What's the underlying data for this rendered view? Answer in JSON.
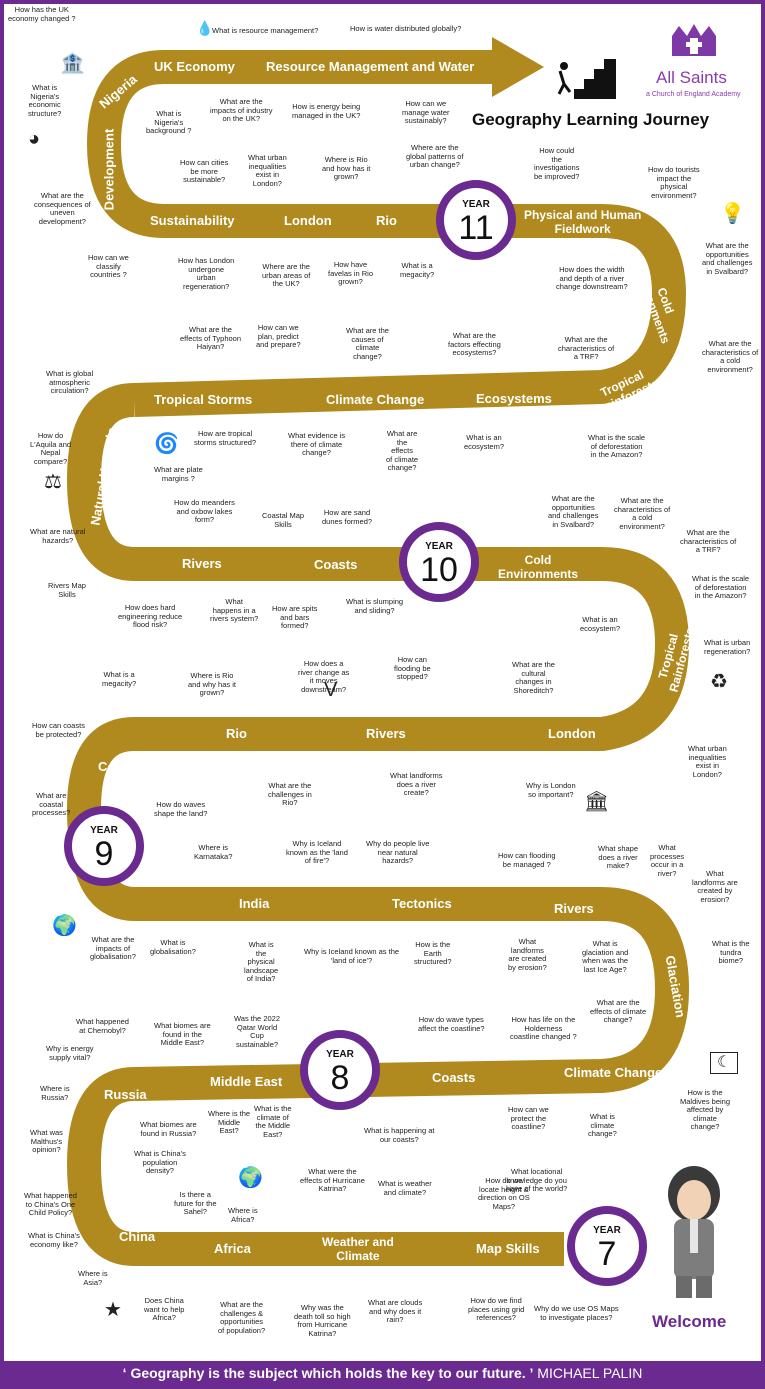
{
  "header": {
    "school": "All Saints",
    "school_sub": "a Church of England Academy",
    "title": "Geography Learning Journey"
  },
  "years": {
    "y11": "11",
    "y10": "10",
    "y9": "9",
    "y8": "8",
    "y7": "7",
    "word": "YEAR"
  },
  "welcome": "Welcome",
  "footer": {
    "quote": "‘ Geography is the subject which holds the key to our future. ’",
    "author": "MICHAEL PALIN"
  },
  "topics": {
    "uk_economy": "UK Economy",
    "resource_management": "Resource Management and Water",
    "nigeria": "Nigeria",
    "development": "Development",
    "sustainability": "Sustainability",
    "london11": "London",
    "rio11": "Rio",
    "fieldwork": "Physical and Human\nFieldwork",
    "cold_env11": "Cold\nEnvironments",
    "tropical11": "Tropical\nRainforests",
    "tropical_storms": "Tropical Storms",
    "climate_change10": "Climate Change",
    "ecosystems": "Ecosystems",
    "natural_hazards": "Natural Hazards",
    "rivers10": "Rivers",
    "coasts10": "Coasts",
    "cold_env10": "Cold\nEnvironments",
    "tropical10": "Tropical\nRainforests",
    "rio9": "Rio",
    "rivers9": "Rivers",
    "london9": "London",
    "coasts9": "Coasts",
    "india": "India",
    "tectonics": "Tectonics",
    "rivers8": "Rivers",
    "glaciation": "Glaciation",
    "russia": "Russia",
    "middle_east": "Middle East",
    "coasts8": "Coasts",
    "climate_change8": "Climate Change",
    "china": "China",
    "africa": "Africa",
    "weather": "Weather and\nClimate",
    "map_skills": "Map Skills"
  },
  "questions": [
    {
      "id": "q1",
      "text": "How has the UK\neconomy changed ?"
    },
    {
      "id": "q2",
      "text": "What is resource management?"
    },
    {
      "id": "q3",
      "text": "How is water distributed globally?"
    },
    {
      "id": "q4",
      "text": "What is\nNigeria's\neconomic\nstructure?"
    },
    {
      "id": "q5",
      "text": "What is\nNigeria's\nbackground ?"
    },
    {
      "id": "q6",
      "text": "What are the\nimpacts of industry\non the UK?"
    },
    {
      "id": "q7",
      "text": "How is energy being\nmanaged in the UK?"
    },
    {
      "id": "q8",
      "text": "How can we\nmanage water\nsustainably?"
    },
    {
      "id": "q9",
      "text": "How could\nthe\ninvestigations\nbe improved?"
    },
    {
      "id": "q10",
      "text": "How do tourists\nimpact the\nphysical\nenvironment?"
    },
    {
      "id": "q11",
      "text": "How can cities\nbe more\nsustainable?"
    },
    {
      "id": "q12",
      "text": "What urban\ninequalities\nexist in\nLondon?"
    },
    {
      "id": "q13",
      "text": "Where is Rio\nand how has it\ngrown?"
    },
    {
      "id": "q14",
      "text": "Where are the\nglobal patterns of\nurban change?"
    },
    {
      "id": "q15",
      "text": "What are the\nconsequences of\nuneven\ndevelopment?"
    },
    {
      "id": "q16",
      "text": "How can we\nclassify\ncountries ?"
    },
    {
      "id": "q17",
      "text": "How has London\nundergone\nurban\nregeneration?"
    },
    {
      "id": "q18",
      "text": "Where are the\nurban areas of\nthe UK?"
    },
    {
      "id": "q19",
      "text": "How have\nfavelas in Rio\ngrown?"
    },
    {
      "id": "q20",
      "text": "What is a\nmegacity?"
    },
    {
      "id": "q21",
      "text": "How does the width\nand depth of a river\nchange downstream?"
    },
    {
      "id": "q22",
      "text": "What are the\nopportunities\nand challenges\nin Svalbard?"
    },
    {
      "id": "q23",
      "text": "What are the\neffects of Typhoon\nHaiyan?"
    },
    {
      "id": "q24",
      "text": "How can we\nplan, predict\nand prepare?"
    },
    {
      "id": "q25",
      "text": "What are the\ncauses of\nclimate\nchange?"
    },
    {
      "id": "q26",
      "text": "What are the\nfactors effecting\necosystems?"
    },
    {
      "id": "q27",
      "text": "What are the\ncharacteristics of\na TRF?"
    },
    {
      "id": "q28",
      "text": "What are the\ncharacteristics of\na cold\nenvironment?"
    },
    {
      "id": "q29",
      "text": "What is global\natmospheric\ncirculation?"
    },
    {
      "id": "q30",
      "text": "How are tropical\nstorms structured?"
    },
    {
      "id": "q31",
      "text": "What evidence is\nthere of climate\nchange?"
    },
    {
      "id": "q32",
      "text": "What are\nthe\neffects\nof climate\nchange?"
    },
    {
      "id": "q33",
      "text": "What is an\necosystem?"
    },
    {
      "id": "q34",
      "text": "What is the scale\nof deforestation\nin the Amazon?"
    },
    {
      "id": "q35",
      "text": "How do\nL'Aquila and\nNepal\ncompare?"
    },
    {
      "id": "q36",
      "text": "What are plate\nmargins ?"
    },
    {
      "id": "q37",
      "text": "How do meanders\nand oxbow lakes\nform?"
    },
    {
      "id": "q38",
      "text": "Coastal Map\nSkills"
    },
    {
      "id": "q39",
      "text": "How are sand\ndunes formed?"
    },
    {
      "id": "q40",
      "text": "What are the\nopportunities\nand challenges\nin Svalbard?"
    },
    {
      "id": "q41",
      "text": "What are the\ncharacteristics of\na cold\nenvironment?"
    },
    {
      "id": "q42",
      "text": "What are the\ncharacteristics of\na TRF?"
    },
    {
      "id": "q43",
      "text": "What are natural\nhazards?"
    },
    {
      "id": "q44",
      "text": "Rivers Map\nSkills"
    },
    {
      "id": "q45",
      "text": "How does hard\nengineering reduce\nflood risk?"
    },
    {
      "id": "q46",
      "text": "What\nhappens in a\nrivers system?"
    },
    {
      "id": "q47",
      "text": "How are spits\nand bars\nformed?"
    },
    {
      "id": "q48",
      "text": "What is slumping\nand sliding?"
    },
    {
      "id": "q49",
      "text": "What is the scale\nof deforestation\nin the Amazon?"
    },
    {
      "id": "q50",
      "text": "What is an\necosystem?"
    },
    {
      "id": "q51",
      "text": "What is urban\nregeneration?"
    },
    {
      "id": "q52",
      "text": "What is a\nmegacity?"
    },
    {
      "id": "q53",
      "text": "Where is Rio\nand why has it\ngrown?"
    },
    {
      "id": "q54",
      "text": "How does a\nriver change as\nit moves\ndownstream?"
    },
    {
      "id": "q55",
      "text": "How can\nflooding be\nstopped?"
    },
    {
      "id": "q56",
      "text": "What are the\ncultural\nchanges in\nShoreditch?"
    },
    {
      "id": "q57",
      "text": "How can coasts\nbe protected?"
    },
    {
      "id": "q58",
      "text": "What are the\nchallenges in\nRio?"
    },
    {
      "id": "q59",
      "text": "What landforms\ndoes a river\ncreate?"
    },
    {
      "id": "q60",
      "text": "Why is London\nso important?"
    },
    {
      "id": "q61",
      "text": "What urban\ninequalities\nexist in\nLondon?"
    },
    {
      "id": "q62",
      "text": "What are\ncoastal\nprocesses?"
    },
    {
      "id": "q63",
      "text": "How do waves\nshape the land?"
    },
    {
      "id": "q64",
      "text": "Where is\nKarnataka?"
    },
    {
      "id": "q65",
      "text": "Why is Iceland\nknown as the 'land\nof fire'?"
    },
    {
      "id": "q66",
      "text": "Why do people live\nnear natural\nhazards?"
    },
    {
      "id": "q67",
      "text": "How can flooding\nbe managed ?"
    },
    {
      "id": "q68",
      "text": "What shape\ndoes a river\nmake?"
    },
    {
      "id": "q69",
      "text": "What\nprocesses\noccur in a\nriver?"
    },
    {
      "id": "q70",
      "text": "What\nlandforms are\ncreated by\nerosion?"
    },
    {
      "id": "q71",
      "text": "What are the\nimpacts of\nglobalisation?"
    },
    {
      "id": "q72",
      "text": "What is\nglobalisation?"
    },
    {
      "id": "q73",
      "text": "What is\nthe\nphysical\nlandscape\nof India?"
    },
    {
      "id": "q74",
      "text": "Why is Iceland known as the\n'land of ice'?"
    },
    {
      "id": "q75",
      "text": "How is the\nEarth\nstructured?"
    },
    {
      "id": "q76",
      "text": "What\nlandforms\nare created\nby erosion?"
    },
    {
      "id": "q77",
      "text": "What is\nglaciation and\nwhen was the\nlast Ice Age?"
    },
    {
      "id": "q78",
      "text": "What is the\ntundra\nbiome?"
    },
    {
      "id": "q79",
      "text": "What happened\nat Chernobyl?"
    },
    {
      "id": "q80",
      "text": "What biomes are\nfound in the\nMiddle East?"
    },
    {
      "id": "q81",
      "text": "Was the 2022\nQatar World\nCup\nsustainable?"
    },
    {
      "id": "q82",
      "text": "How do wave types\naffect the coastline?"
    },
    {
      "id": "q83",
      "text": "How has life on the\nHolderness\ncoastline changed ?"
    },
    {
      "id": "q84",
      "text": "What are the\neffects of climate\nchange?"
    },
    {
      "id": "q85",
      "text": "Why is energy\nsupply vital?"
    },
    {
      "id": "q86",
      "text": "Where is\nRussia?"
    },
    {
      "id": "q87",
      "text": "What biomes are\nfound in Russia?"
    },
    {
      "id": "q88",
      "text": "Where is the\nMiddle\nEast?"
    },
    {
      "id": "q89",
      "text": "What is the\nclimate of\nthe Middle\nEast?"
    },
    {
      "id": "q90",
      "text": "What is happening at\nour coasts?"
    },
    {
      "id": "q91",
      "text": "How can we\nprotect the\ncoastline?"
    },
    {
      "id": "q92",
      "text": "What is\nclimate\nchange?"
    },
    {
      "id": "q93",
      "text": "How is the\nMaldives being\naffected by\nclimate\nchange?"
    },
    {
      "id": "q94",
      "text": "What was\nMalthus's\nopinion?"
    },
    {
      "id": "q95",
      "text": "What is China's\npopulation\ndensity?"
    },
    {
      "id": "q96",
      "text": "What were the\neffects of Hurricane\nKatrina?"
    },
    {
      "id": "q97",
      "text": "What is weather\nand climate?"
    },
    {
      "id": "q98",
      "text": "How do we\nlocate height &\ndirection on OS\nMaps?"
    },
    {
      "id": "q99",
      "text": "What locational\nknowledge do you\nhave of the world?"
    },
    {
      "id": "q100",
      "text": "What happened\nto China's One\nChild Policy?"
    },
    {
      "id": "q101",
      "text": "Is there a\nfuture for the\nSahel?"
    },
    {
      "id": "q102",
      "text": "Where is\nAfrica?"
    },
    {
      "id": "q103",
      "text": "What is China's\neconomy like?"
    },
    {
      "id": "q104",
      "text": "Where is\nAsia?"
    },
    {
      "id": "q105",
      "text": "Does China\nwant to help\nAfrica?"
    },
    {
      "id": "q106",
      "text": "What are the\nchallenges &\nopportunities\nof population?"
    },
    {
      "id": "q107",
      "text": "Why was the\ndeath toll so high\nfrom Hurricane\nKatrina?"
    },
    {
      "id": "q108",
      "text": "What are clouds\nand why does it\nrain?"
    },
    {
      "id": "q109",
      "text": "How do we find\nplaces using grid\nreferences?"
    },
    {
      "id": "q110",
      "text": "Why do we use OS Maps\nto investigate places?"
    }
  ],
  "colors": {
    "road": "#b08a1e",
    "purple": "#6a2a90"
  }
}
